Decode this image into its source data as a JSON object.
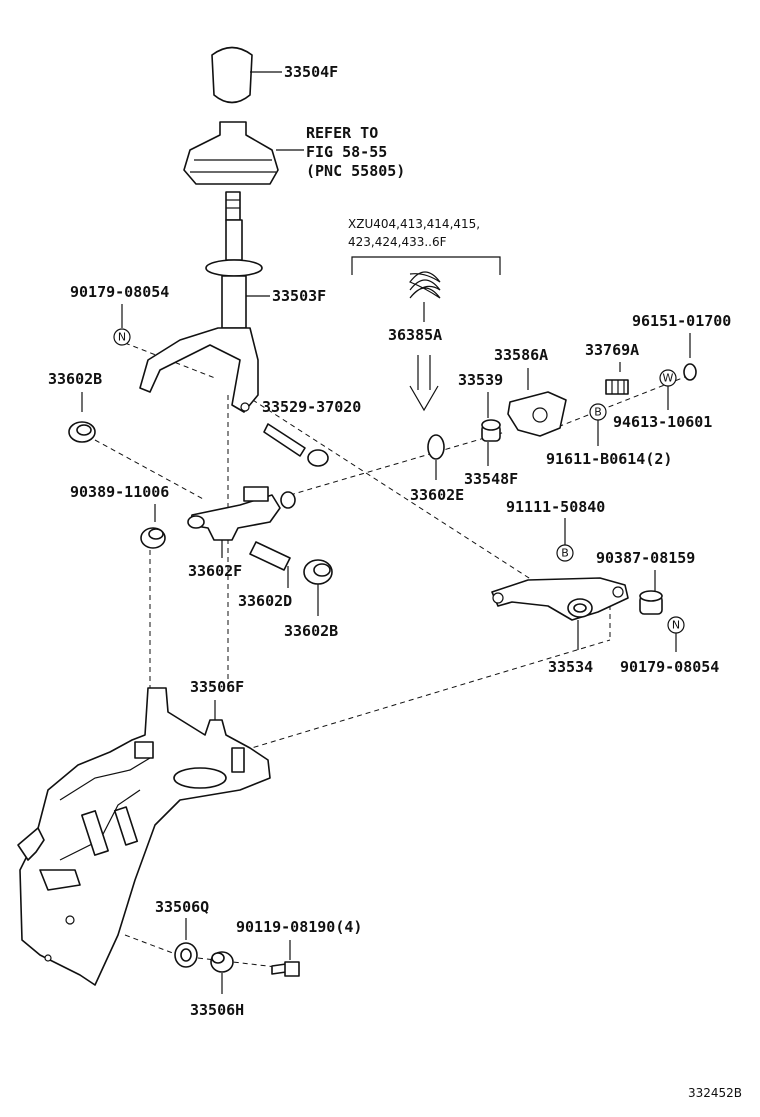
{
  "diagram": {
    "figure_id": "332452B",
    "parts": {
      "knob": "33504F",
      "refer_line1": "REFER TO",
      "refer_line2": "FIG 58-55",
      "refer_line3": "(PNC 55805)",
      "model_note_line1": "XZU404,413,414,415,",
      "model_note_line2": "423,424,433..6F",
      "lever": "33503F",
      "nut_left": "90179-08054",
      "spring": "36385A",
      "bushing_left": "33602B",
      "shaft_pin": "33529-37020",
      "cam": "33586A",
      "spring_small": "33769A",
      "washer_top": "96151-01700",
      "collar": "33539",
      "washer_w": "94613-10601",
      "bolt_b_top": "91611-B0614(2)",
      "collar_548": "33548F",
      "grommet_e": "33602E",
      "bushing_mid": "90389-11006",
      "bolt_b_mid": "91111-50840",
      "bushing_f": "33602F",
      "bushing_90387": "90387-08159",
      "pin_d": "33602D",
      "bushing_b_lower": "33602B",
      "lever_arm": "33534",
      "nut_right": "90179-08054",
      "bracket": "33506F",
      "bushing_q": "33506Q",
      "bolt_bottom": "90119-08190(4)",
      "bushing_h": "33506H"
    },
    "circle_markers": {
      "n": "N",
      "w": "W",
      "b": "B"
    }
  }
}
